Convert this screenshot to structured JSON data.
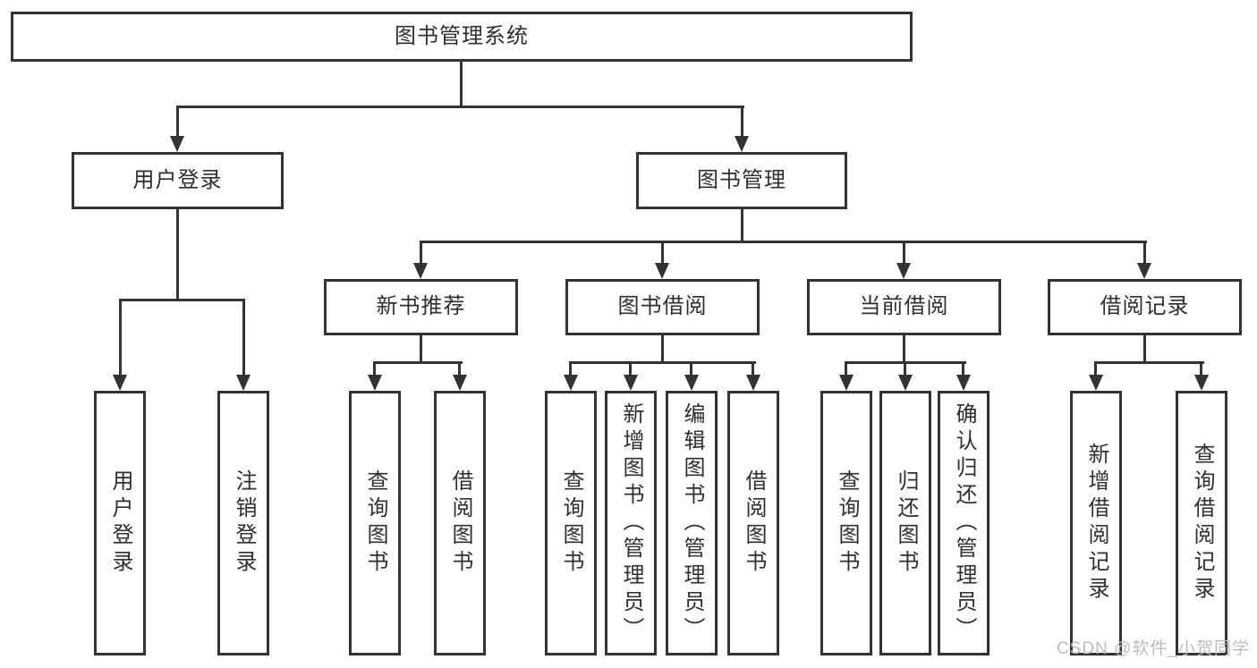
{
  "diagram": {
    "root": {
      "label": "图书管理系统",
      "children": [
        {
          "label": "用户登录",
          "children": [
            {
              "label": "用户登录"
            },
            {
              "label": "注销登录"
            }
          ]
        },
        {
          "label": "图书管理",
          "children": [
            {
              "label": "新书推荐",
              "children": [
                {
                  "label": "查询图书"
                },
                {
                  "label": "借阅图书"
                }
              ]
            },
            {
              "label": "图书借阅",
              "children": [
                {
                  "label": "查询图书"
                },
                {
                  "label": "新增图书（管理员）"
                },
                {
                  "label": "编辑图书（管理员）"
                },
                {
                  "label": "借阅图书"
                }
              ]
            },
            {
              "label": "当前借阅",
              "children": [
                {
                  "label": "查询图书"
                },
                {
                  "label": "归还图书"
                },
                {
                  "label": "确认归还（管理员）"
                }
              ]
            },
            {
              "label": "借阅记录",
              "children": [
                {
                  "label": "新增借阅记录"
                },
                {
                  "label": "查询借阅记录"
                }
              ]
            }
          ]
        }
      ]
    },
    "watermark": "CSDN @软件_小贺同学"
  },
  "colors": {
    "line": "#333333",
    "text": "#2f2f2f",
    "watermark": "#bcbcbc",
    "background": "#ffffff"
  }
}
